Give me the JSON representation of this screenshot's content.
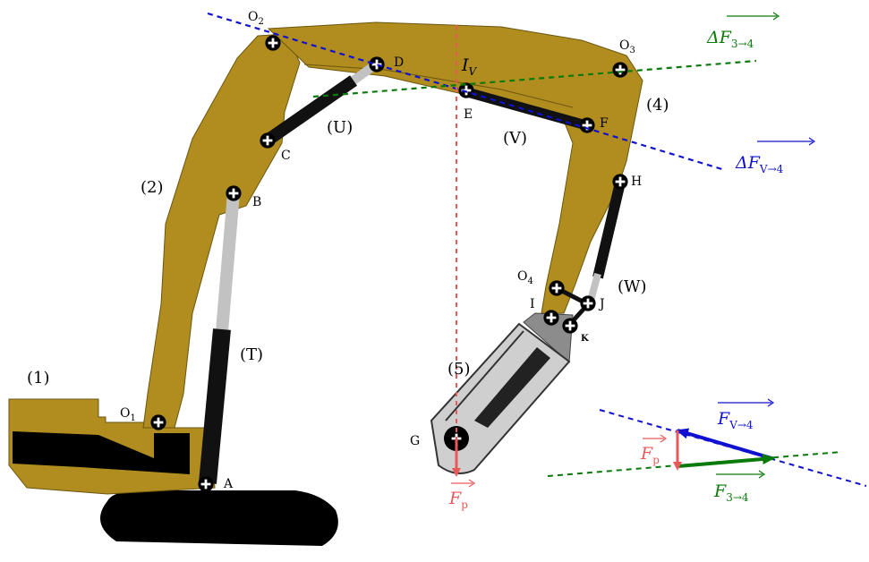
{
  "colors": {
    "arm_body": "#b08d1e",
    "cylinder": "#111111",
    "rod": "#c2c2c2",
    "blue_line": "#1010d0",
    "green_line": "#0a7a0a",
    "red_line": "#e85a5a",
    "bucket": "#cfcfcf",
    "bucket_dark": "#8c8c8c"
  },
  "parts": {
    "p1": "(1)",
    "p2": "(2)",
    "p4": "(4)",
    "p5": "(5)",
    "T": "(T)",
    "U": "(U)",
    "V": "(V)",
    "W": "(W)"
  },
  "points": {
    "A": "A",
    "B": "B",
    "C": "C",
    "D": "D",
    "E": "E",
    "F": "F",
    "G": "G",
    "H": "H",
    "I": "I",
    "J": "J",
    "K": "K",
    "O1": "O",
    "O1_sub": "1",
    "O2": "O",
    "O2_sub": "2",
    "O3": "O",
    "O3_sub": "3",
    "O4": "O",
    "O4_sub": "4",
    "IV": "I",
    "IV_sub": "V"
  },
  "vectors": {
    "dF34": "ΔF",
    "dF34_sub": "3→4",
    "dFV4": "ΔF",
    "dFV4_sub": "V→4",
    "Fp": "F",
    "Fp_sub": "p",
    "FV4": "F",
    "FV4_sub": "V→4",
    "F34": "F",
    "F34_sub": "3→4",
    "Fp_tri": "F",
    "Fp_tri_sub": "p"
  }
}
